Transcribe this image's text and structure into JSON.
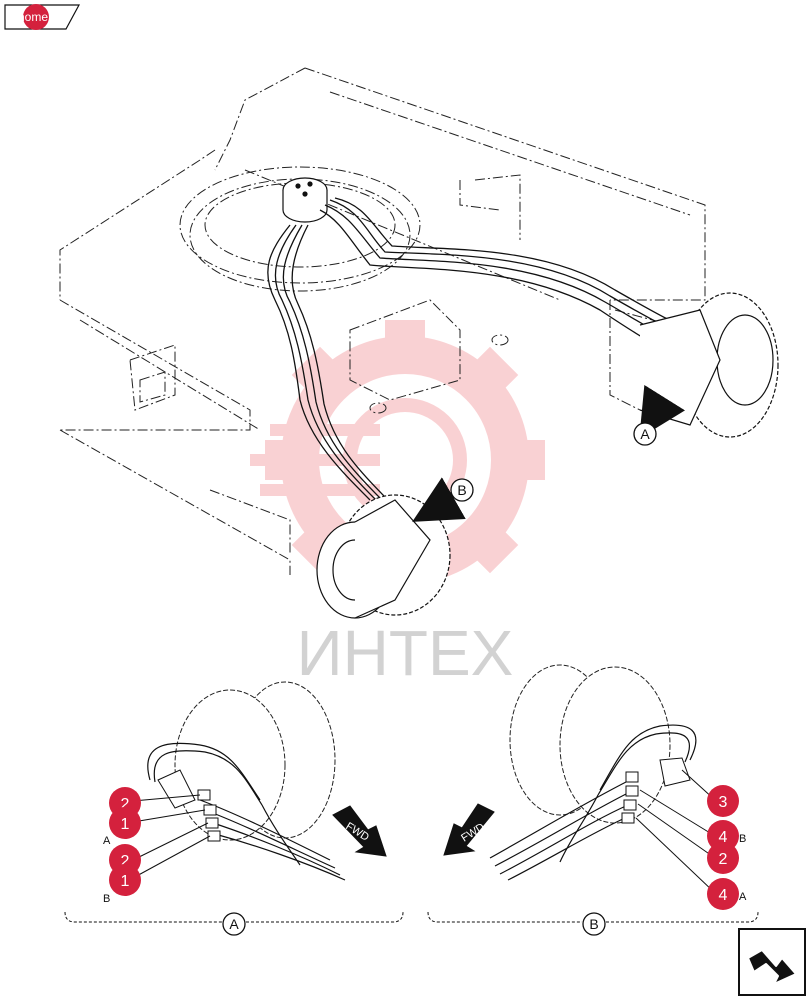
{
  "nav": {
    "home_label": "home",
    "next_icon": "next-page-arrow-icon"
  },
  "watermark": {
    "text": "ИНТЕХ",
    "color": "#e8333c"
  },
  "colors": {
    "callout_red": "#d4213d",
    "line": "#1a1a1a"
  },
  "main_view": {
    "view_markers": [
      {
        "letter": "A"
      },
      {
        "letter": "B"
      }
    ]
  },
  "detail_views": [
    {
      "letter": "A",
      "fwd_label": "FWD",
      "callouts": [
        "2",
        "1",
        "2",
        "1"
      ],
      "port_labels": [
        "A",
        "B"
      ]
    },
    {
      "letter": "B",
      "fwd_label": "FWD",
      "callouts": [
        "3",
        "4",
        "2",
        "4"
      ],
      "port_labels": [
        "B",
        "A"
      ]
    }
  ]
}
